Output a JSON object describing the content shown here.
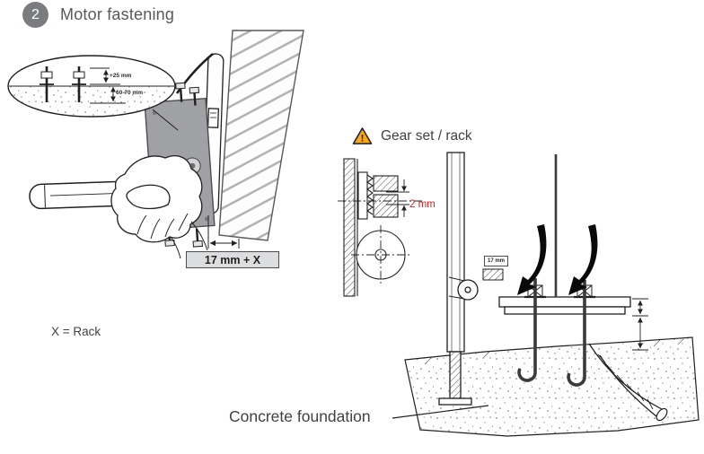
{
  "header": {
    "step_number": "2",
    "title": "Motor fastening"
  },
  "motor_diagram": {
    "inset_dimensions": {
      "protrusion": "+25 mm",
      "embed_depth": "60-70 mm"
    },
    "offset_label": "17 mm + X",
    "legend": "X = Rack"
  },
  "gear_rack_diagram": {
    "warning_glyph": "!",
    "heading": "Gear set / rack",
    "clearance": "2 mm",
    "plate_offset": "17 mm",
    "foundation_label": "Concrete foundation"
  },
  "colors": {
    "warning_yellow": "#f5a81c",
    "dimension_red": "#c1272d",
    "step_badge_gray": "#7a7c7f",
    "text_dark": "#414042"
  }
}
